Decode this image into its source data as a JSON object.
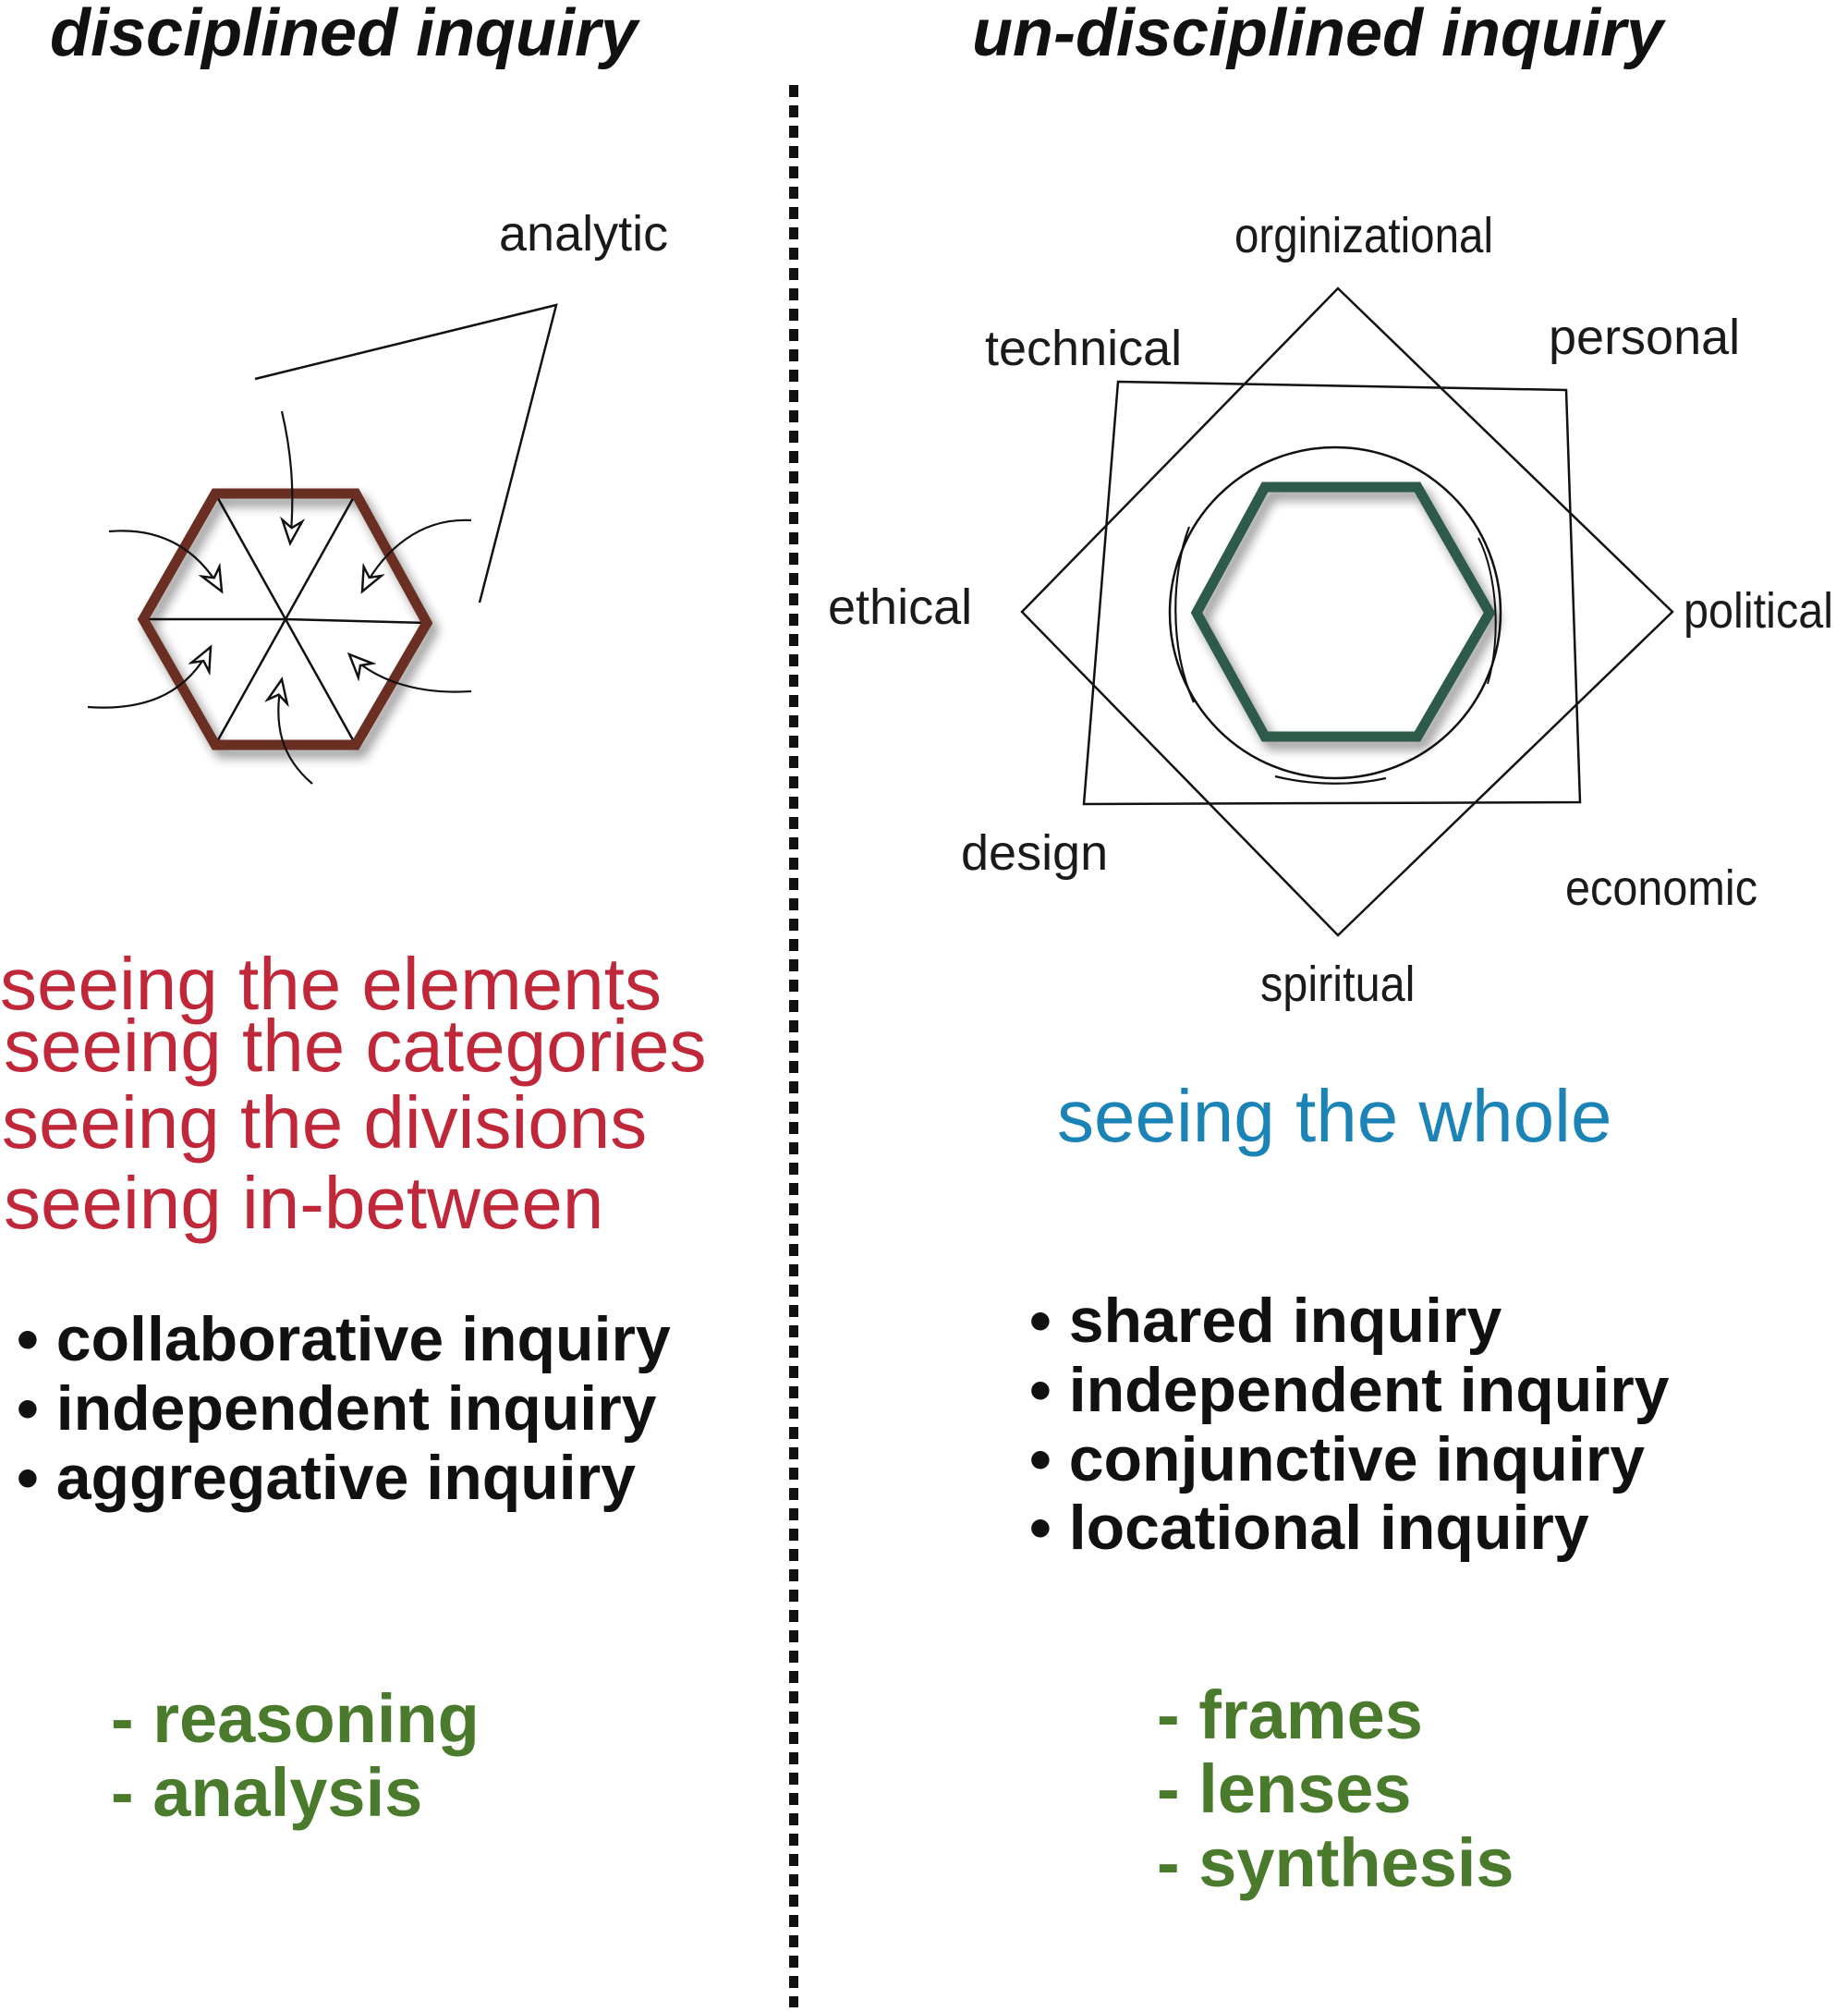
{
  "left": {
    "heading": "disciplined inquiry",
    "diagram_label": "analytic",
    "seeing": [
      "seeing the elements",
      "seeing the categories",
      "seeing the divisions",
      "seeing in-between"
    ],
    "inquiries": [
      "• collaborative inquiry",
      "• independent inquiry",
      "• aggregative inquiry"
    ],
    "methods": [
      "- reasoning",
      "- analysis"
    ]
  },
  "right": {
    "heading": "un-disciplined inquiry",
    "star_labels": {
      "top": "orginizational",
      "top_left": "technical",
      "top_right": "personal",
      "left": "ethical",
      "right": "political",
      "bottom_left": "design",
      "bottom_right": "economic",
      "bottom": "spiritual"
    },
    "seeing": "seeing the whole",
    "inquiries": [
      "• shared inquiry",
      "• independent inquiry",
      "• conjunctive inquiry",
      "• locational inquiry"
    ],
    "methods": [
      "- frames",
      "- lenses",
      "- synthesis"
    ]
  },
  "colors": {
    "red_text": "#c0283a",
    "blue_text": "#1b83b5",
    "green_text": "#4a7a2c",
    "brown_hex": "#6b2f22",
    "green_hex": "#2f5a4a"
  },
  "icons": {
    "left_diagram": "hexagon-with-inward-arrows-icon",
    "right_diagram": "eight-point-star-with-circle-and-hexagon-icon",
    "divider": "dotted-vertical-divider-icon"
  }
}
